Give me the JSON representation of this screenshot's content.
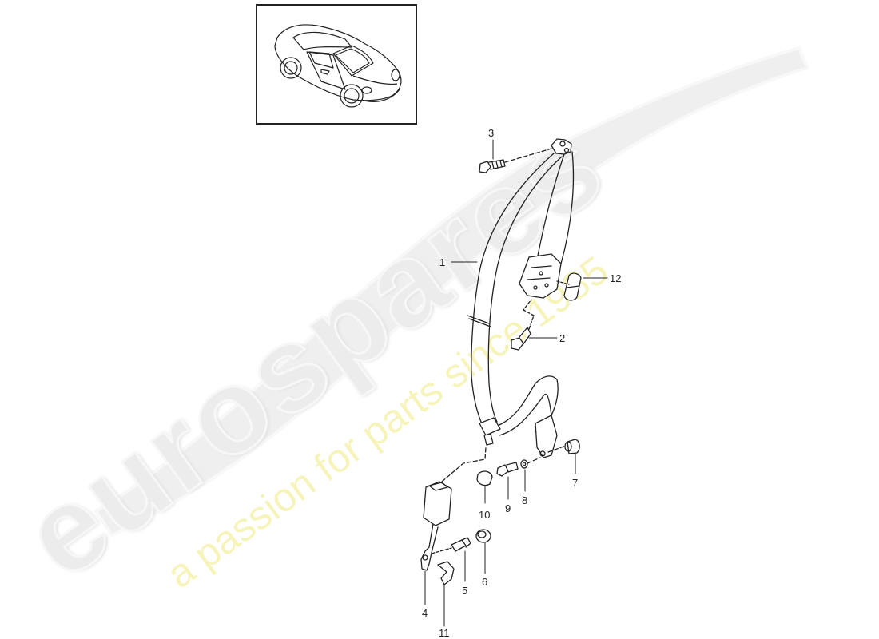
{
  "diagram": {
    "type": "exploded-parts-diagram",
    "subject": "seat belt assembly",
    "thumbnail": {
      "description": "car-convertible-isometric",
      "icon": "car-icon"
    },
    "callouts": [
      {
        "id": "1",
        "label": "1"
      },
      {
        "id": "2",
        "label": "2"
      },
      {
        "id": "3",
        "label": "3"
      },
      {
        "id": "4",
        "label": "4"
      },
      {
        "id": "5",
        "label": "5"
      },
      {
        "id": "6",
        "label": "6"
      },
      {
        "id": "7",
        "label": "7"
      },
      {
        "id": "8",
        "label": "8"
      },
      {
        "id": "9",
        "label": "9"
      },
      {
        "id": "10",
        "label": "10"
      },
      {
        "id": "11",
        "label": "11"
      },
      {
        "id": "12",
        "label": "12"
      }
    ],
    "colors": {
      "line": "#222222",
      "watermark_grey": "#ececec",
      "watermark_yellow": "#f5f3b0",
      "background": "#ffffff"
    }
  },
  "watermark": {
    "brand": "eurospares",
    "tagline": "a passion for parts since 1985"
  }
}
